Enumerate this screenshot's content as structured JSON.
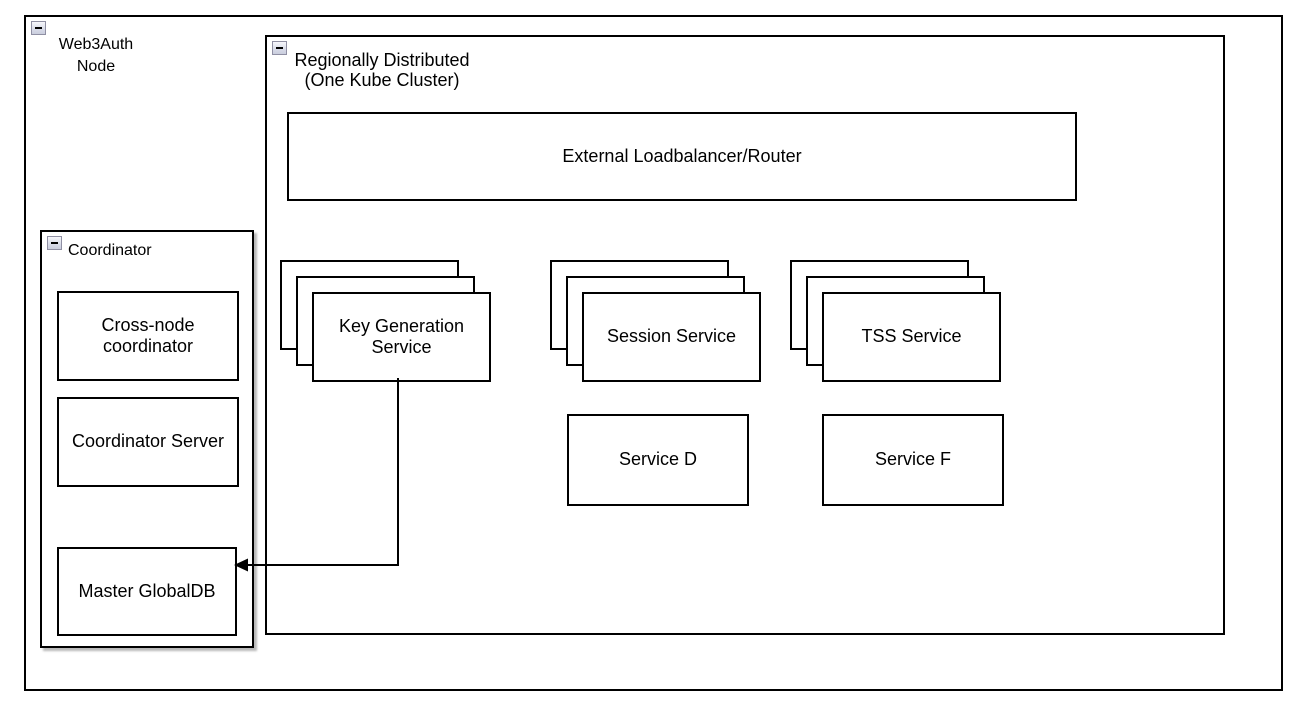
{
  "diagram": {
    "web3auth": {
      "label": "Web3Auth Node"
    },
    "region": {
      "label": "Regionally Distributed (One Kube Cluster)"
    },
    "loadbalancer": {
      "label": "External Loadbalancer/Router"
    },
    "stacks": [
      {
        "label": "Key Generation Service",
        "replicas_shown": 3
      },
      {
        "label": "Session Service",
        "replicas_shown": 3
      },
      {
        "label": "TSS Service",
        "replicas_shown": 3
      }
    ],
    "services": [
      {
        "label": "Service D"
      },
      {
        "label": "Service F"
      }
    ],
    "coordinator": {
      "label": "Coordinator",
      "boxes": [
        {
          "label": "Cross-node coordinator"
        },
        {
          "label": "Coordinator Server"
        },
        {
          "label": "Master GlobalDB"
        }
      ]
    },
    "connector": {
      "from": "Key Generation Service",
      "to": "Master GlobalDB",
      "style": "arrow-left"
    },
    "icons": {
      "collapse": "minus-icon"
    },
    "colors": {
      "border": "#000000",
      "fill": "#ffffff",
      "text": "#000000",
      "shadow": "#b9b9b9"
    }
  }
}
